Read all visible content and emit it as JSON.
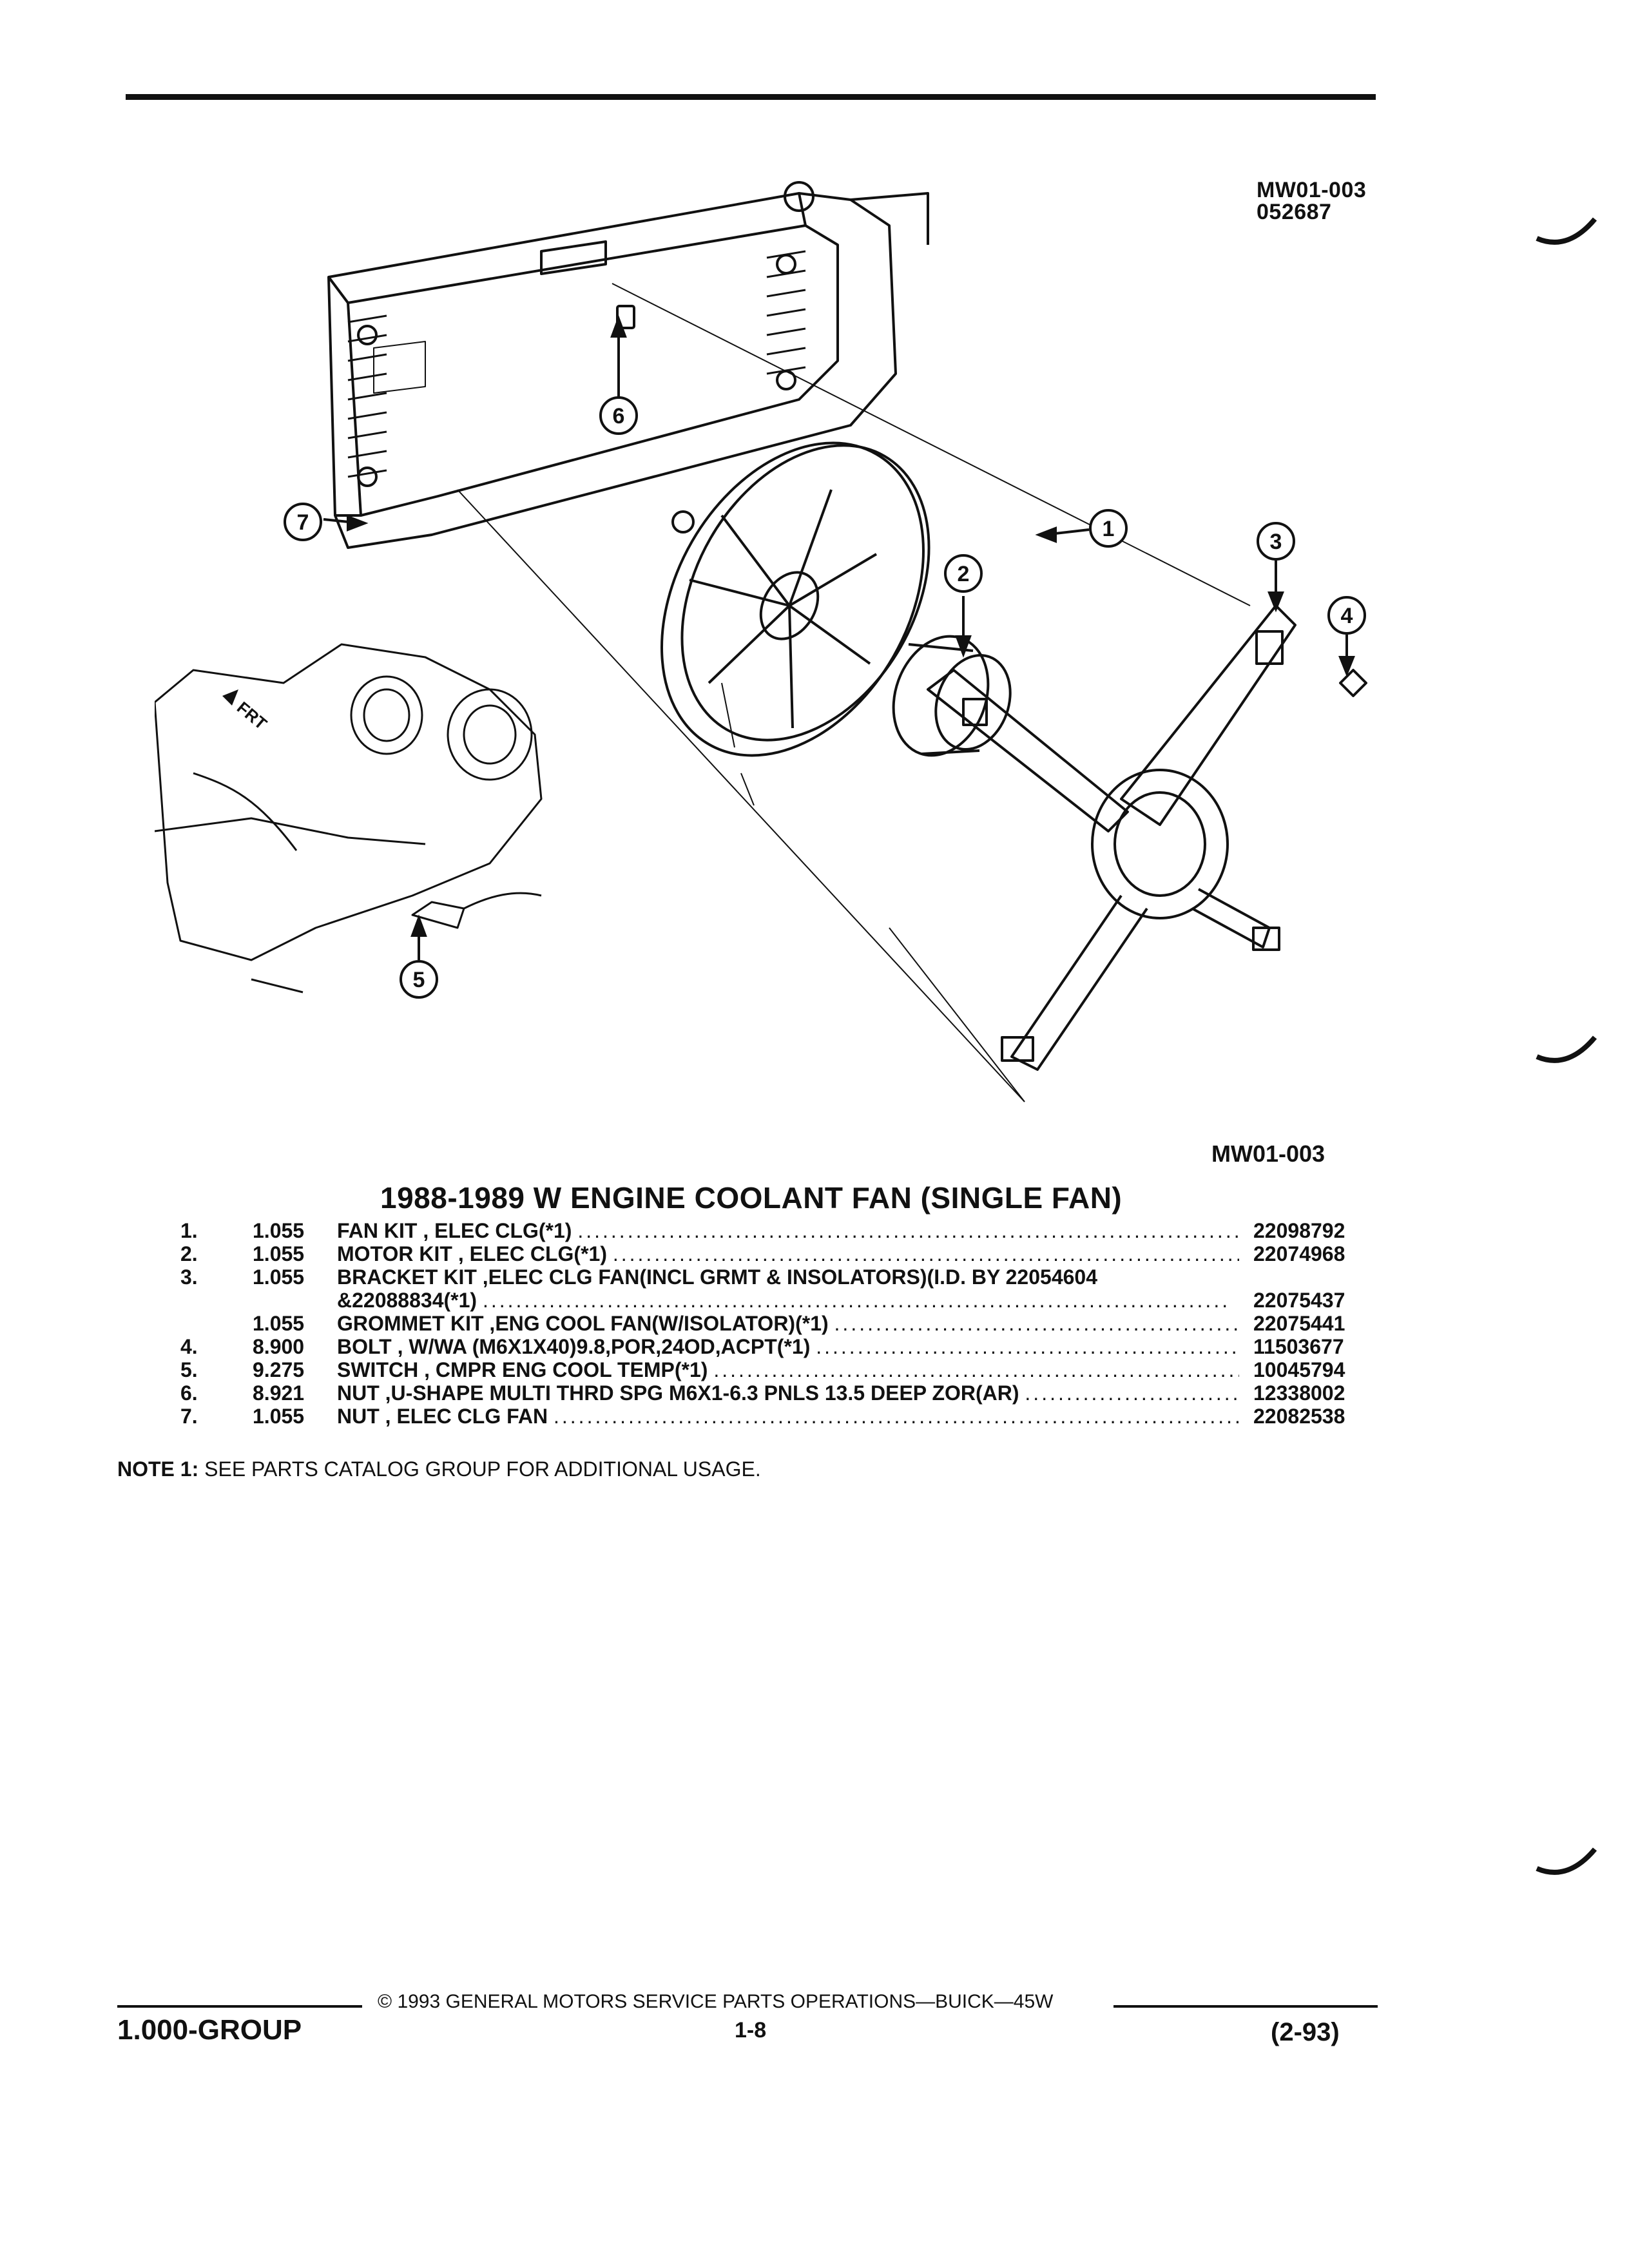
{
  "figure": {
    "id_top": "MW01-003",
    "id_sub": "052687",
    "id_bottom": "MW01-003",
    "direction_label": "FRT",
    "callouts": [
      "1",
      "2",
      "3",
      "4",
      "5",
      "6",
      "7"
    ]
  },
  "section_title": "1988-1989 W ENGINE COOLANT FAN (SINGLE FAN)",
  "parts": [
    {
      "item": "1.",
      "qty": "1.055",
      "name": "FAN KIT",
      "detail": " , ELEC CLG(*1)",
      "part_number": "22098792"
    },
    {
      "item": "2.",
      "qty": "1.055",
      "name": "MOTOR KIT",
      "detail": " , ELEC CLG(*1)",
      "part_number": "22074968"
    },
    {
      "item": "3.",
      "qty": "1.055",
      "name": "BRACKET KIT",
      "detail": " ,ELEC CLG FAN(INCL GRMT & INSOLATORS)(I.D. BY 22054604",
      "part_number": ""
    },
    {
      "item": "",
      "qty": "",
      "name": "",
      "detail": "&22088834(*1)",
      "part_number": "22075437"
    },
    {
      "item": "",
      "qty": "1.055",
      "name": "GROMMET KIT",
      "detail": " ,ENG COOL FAN(W/ISOLATOR)(*1)",
      "part_number": "22075441"
    },
    {
      "item": "4.",
      "qty": "8.900",
      "name": "BOLT",
      "detail": " , W/WA (M6X1X40)9.8,POR,24OD,ACPT(*1)",
      "part_number": "11503677"
    },
    {
      "item": "5.",
      "qty": "9.275",
      "name": "SWITCH",
      "detail": " , CMPR ENG COOL TEMP(*1)",
      "part_number": "10045794"
    },
    {
      "item": "6.",
      "qty": "8.921",
      "name": "NUT",
      "detail": " ,U-SHAPE MULTI THRD SPG M6X1-6.3 PNLS 13.5 DEEP ZOR(AR)",
      "part_number": "12338002"
    },
    {
      "item": "7.",
      "qty": "1.055",
      "name": "NUT",
      "detail": " , ELEC CLG FAN",
      "part_number": "22082538"
    }
  ],
  "note": {
    "label": "NOTE 1:",
    "text": "SEE PARTS CATALOG GROUP FOR ADDITIONAL USAGE."
  },
  "footer": {
    "group": "1.000-GROUP",
    "copyright": "© 1993 GENERAL MOTORS SERVICE PARTS OPERATIONS—BUICK—45W",
    "page": "1-8",
    "date": "(2-93)"
  }
}
